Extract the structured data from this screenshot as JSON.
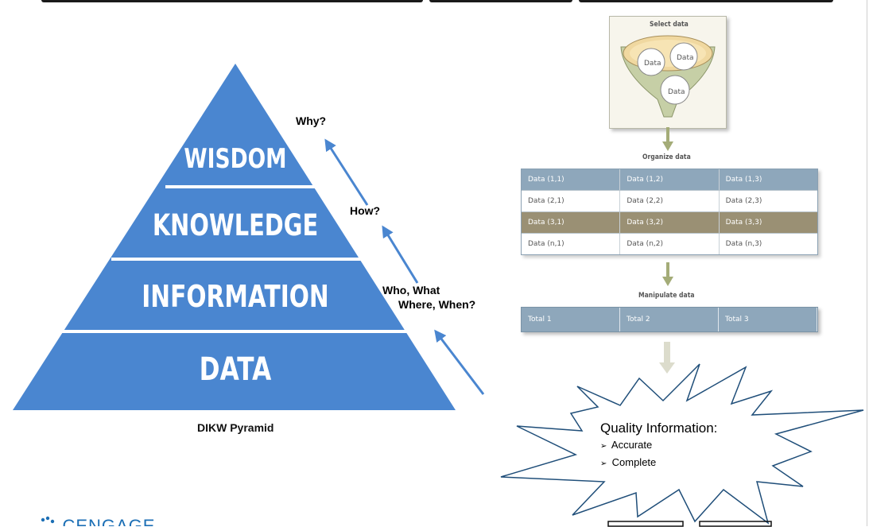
{
  "pyramid": {
    "levels": [
      "WISDOM",
      "KNOWLEDGE",
      "INFORMATION",
      "DATA"
    ],
    "caption": "DIKW Pyramid",
    "questions": {
      "why": "Why?",
      "how": "How?",
      "who_what_line1": "Who, What",
      "where_when_line2": "Where, When?"
    },
    "color": "#4a86d0",
    "arrow_color": "#4a86d0"
  },
  "process": {
    "select_label": "Select data",
    "bubbles": [
      "Data",
      "Data",
      "Data"
    ],
    "organize_label": "Organize data",
    "grid": [
      [
        "Data (1,1)",
        "Data (1,2)",
        "Data (1,3)"
      ],
      [
        "Data (2,1)",
        "Data (2,2)",
        "Data (2,3)"
      ],
      [
        "Data (3,1)",
        "Data (3,2)",
        "Data (3,3)"
      ],
      [
        "Data (n,1)",
        "Data (n,2)",
        "Data (n,3)"
      ]
    ],
    "manipulate_label": "Manipulate data",
    "totals": [
      "Total 1",
      "Total 2",
      "Total 3"
    ]
  },
  "star": {
    "title": "Quality Information:",
    "items": [
      "Accurate",
      "Complete"
    ]
  },
  "logo": {
    "text": "CENGAGE"
  }
}
